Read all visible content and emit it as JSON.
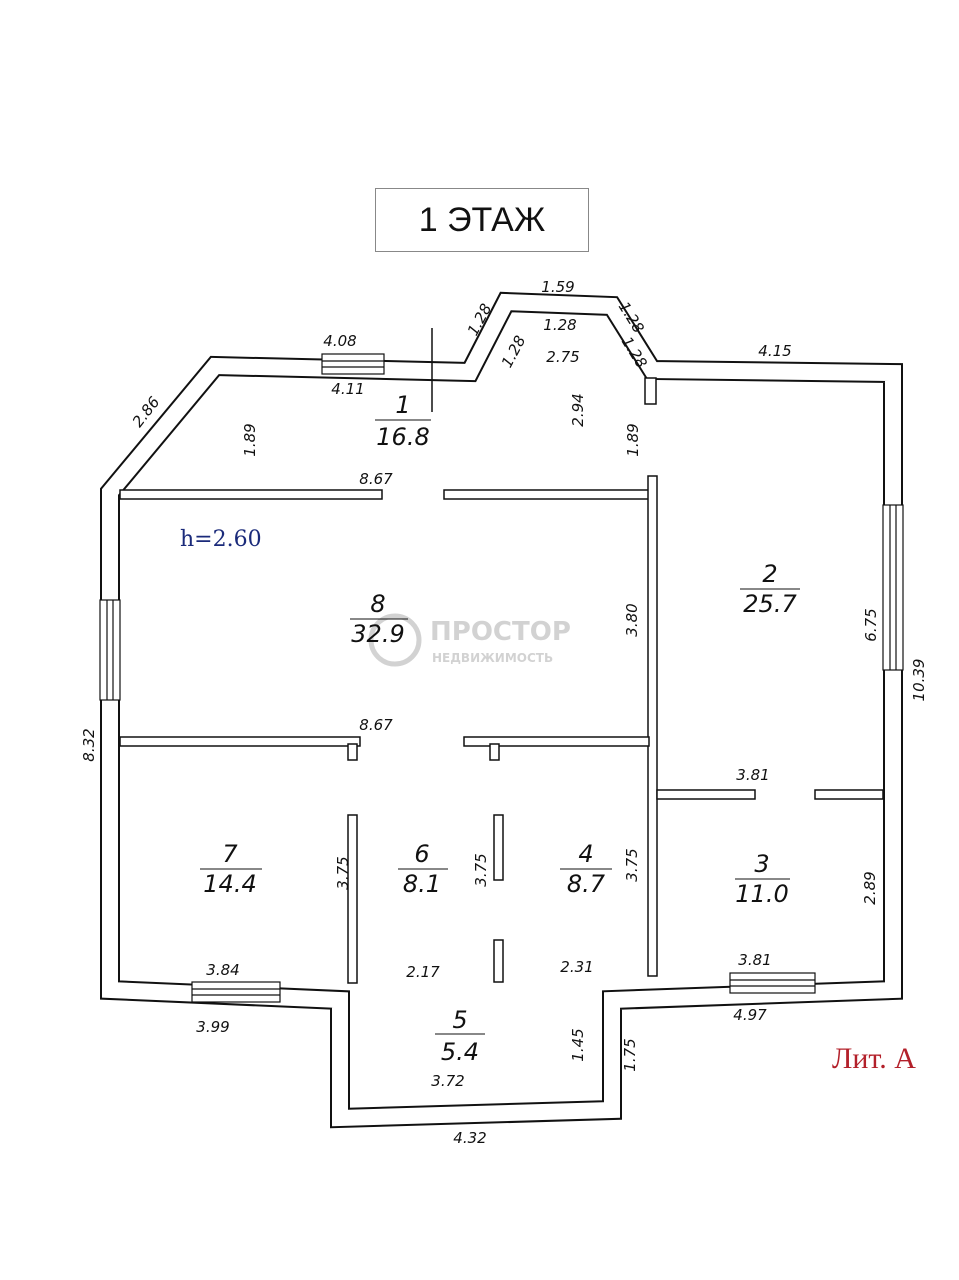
{
  "title": "1 ЭТАЖ",
  "height_label": "h=2.60",
  "lit_label": "Лит. А",
  "watermark": {
    "name": "ПРОСТОР",
    "sub": "НЕДВИЖИМОСТЬ"
  },
  "rooms": [
    {
      "num": "1",
      "area": "16.8"
    },
    {
      "num": "2",
      "area": "25.7"
    },
    {
      "num": "3",
      "area": "11.0"
    },
    {
      "num": "4",
      "area": "8.7"
    },
    {
      "num": "5",
      "area": "5.4"
    },
    {
      "num": "6",
      "area": "8.1"
    },
    {
      "num": "7",
      "area": "14.4"
    },
    {
      "num": "8",
      "area": "32.9"
    }
  ],
  "dimensions": [
    "4.08",
    "4.11",
    "2.86",
    "1.89",
    "1.28",
    "1.59",
    "1.28",
    "1.28",
    "2.75",
    "1.28",
    "1.28",
    "2.94",
    "1.89",
    "4.15",
    "8.67",
    "3.80",
    "6.75",
    "10.39",
    "8.32",
    "8.67",
    "3.81",
    "3.75",
    "3.75",
    "3.75",
    "2.89",
    "3.84",
    "2.17",
    "2.31",
    "3.81",
    "3.99",
    "4.97",
    "1.45",
    "1.75",
    "3.72",
    "4.32"
  ]
}
